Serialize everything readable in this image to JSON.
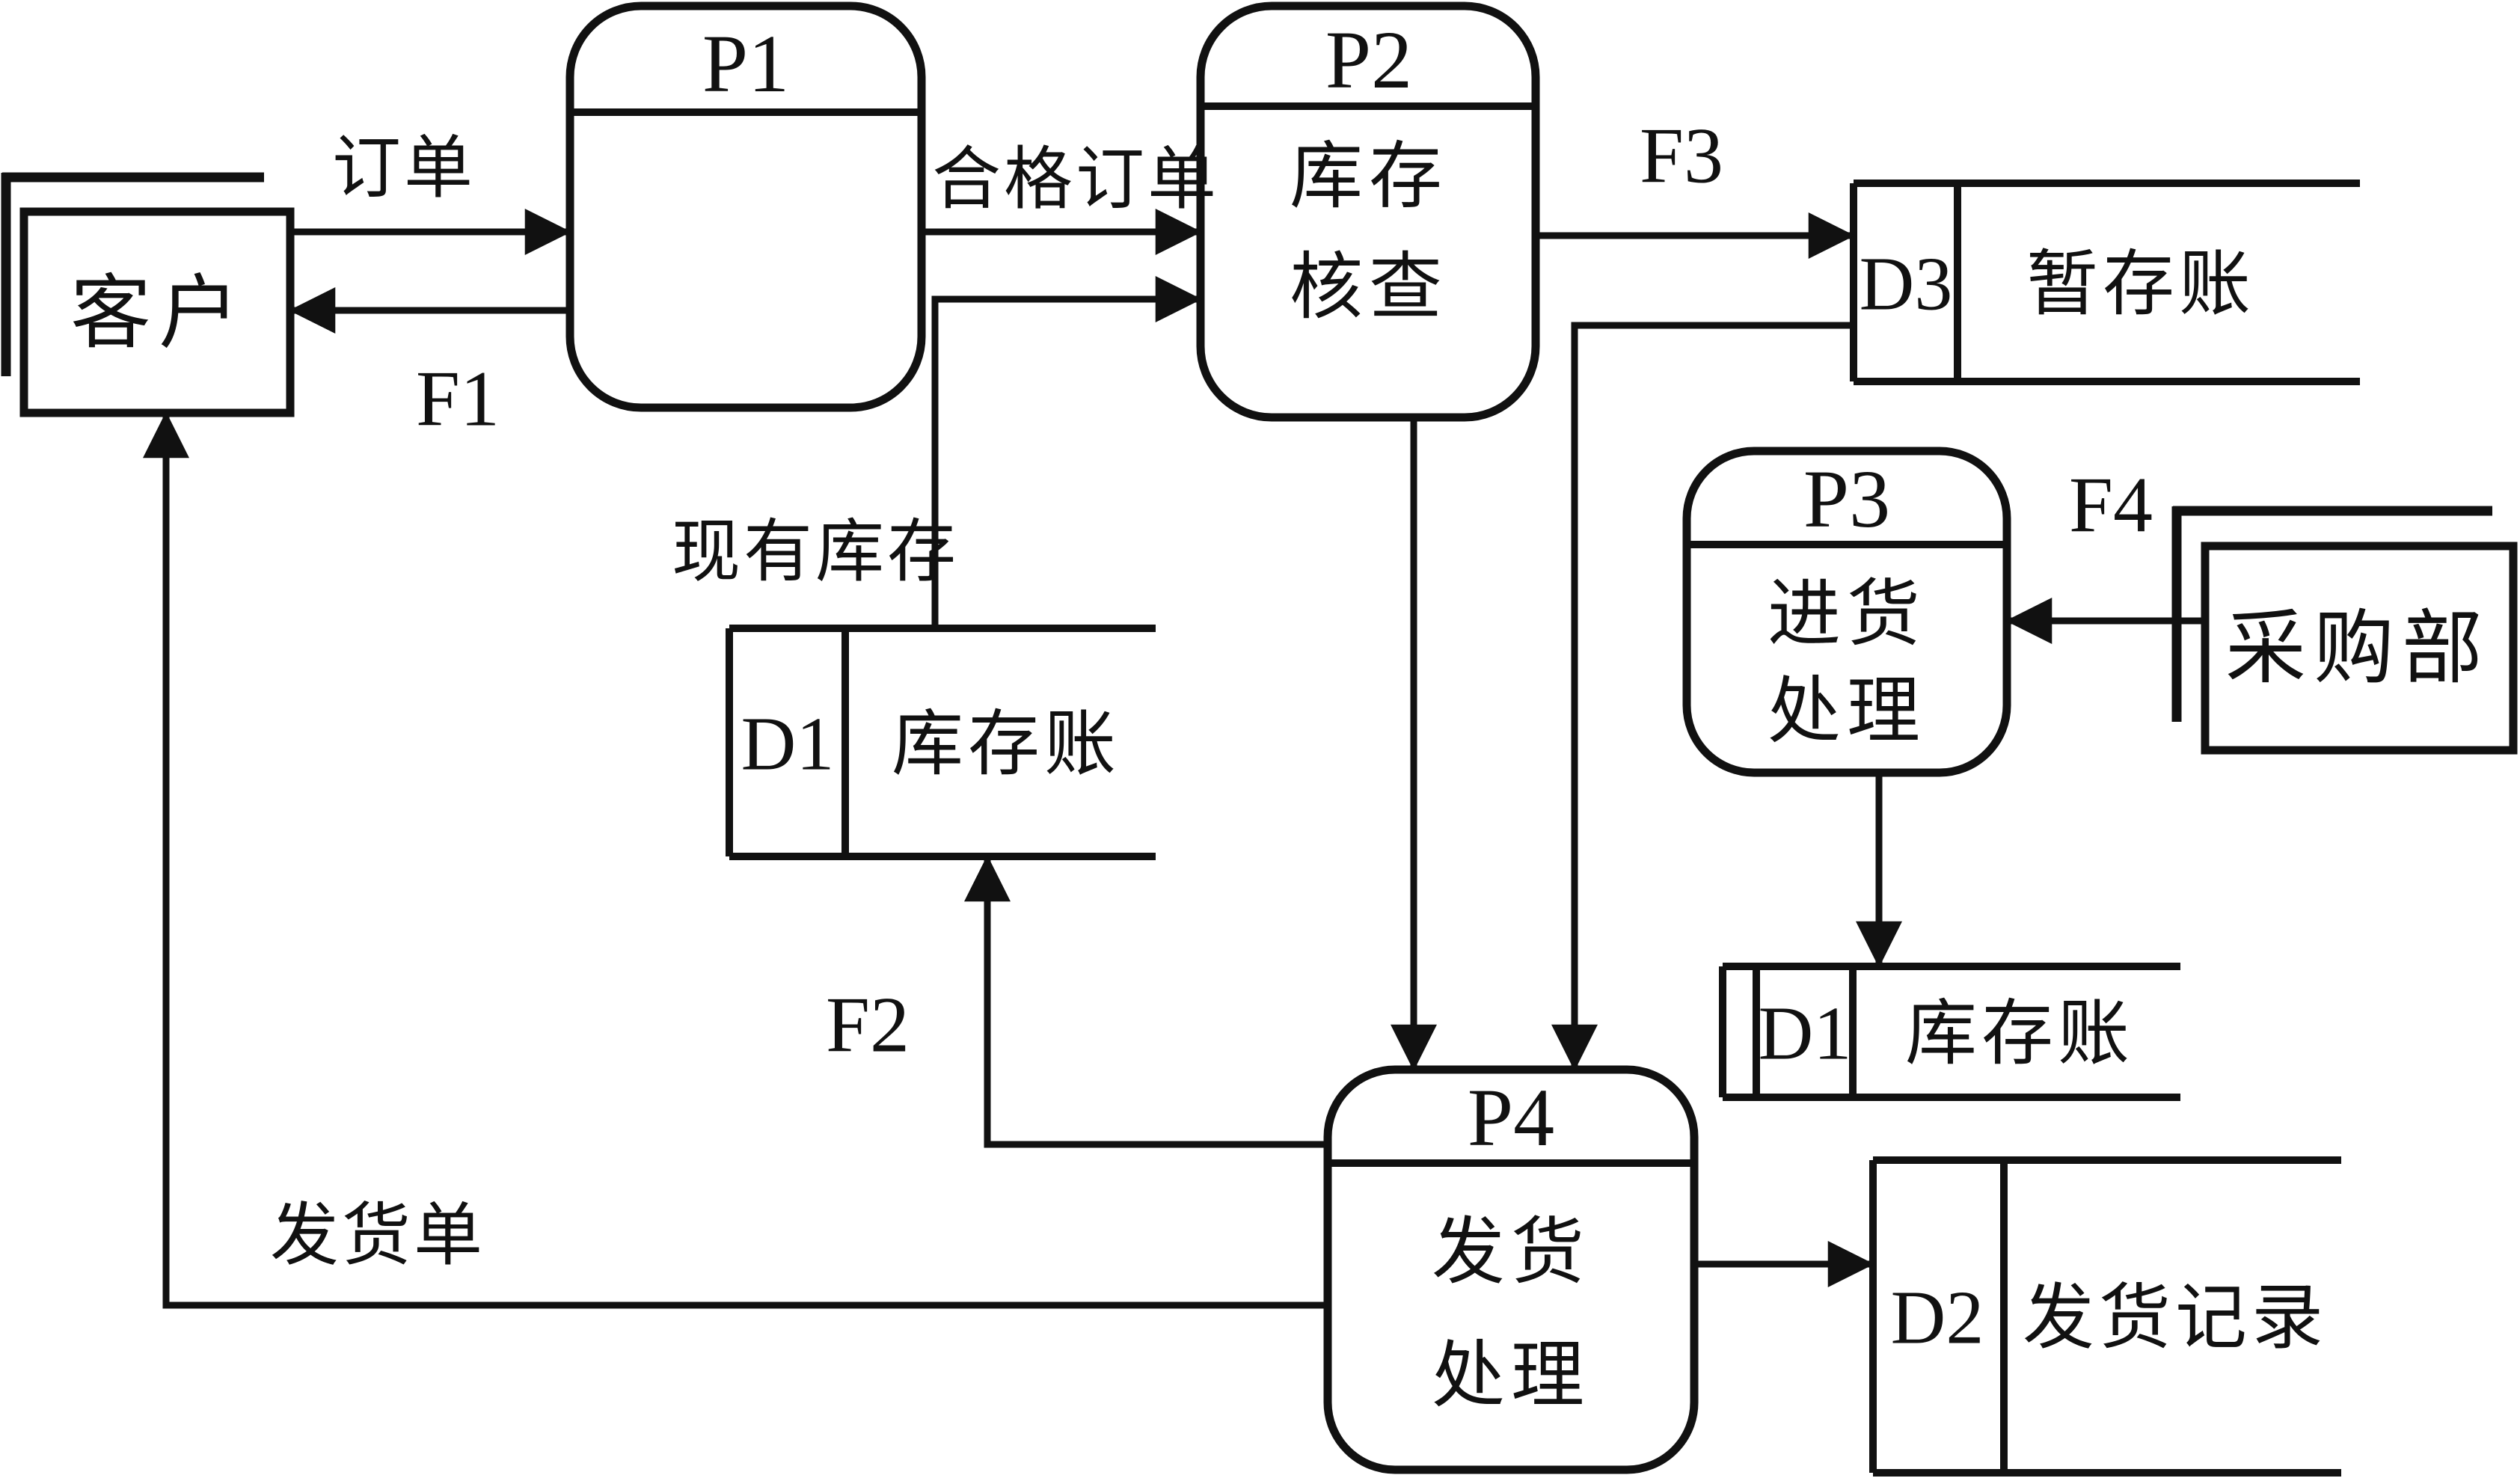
{
  "colors": {
    "ink": "#111111",
    "background": "#ffffff"
  },
  "entities": {
    "customer": {
      "label": "客户"
    },
    "purchasing": {
      "label": "采购部"
    }
  },
  "processes": {
    "p1": {
      "id": "P1"
    },
    "p2": {
      "id": "P2",
      "body_line1": "库存",
      "body_line2": "核查"
    },
    "p3": {
      "id": "P3",
      "body_line1": "进货",
      "body_line2": "处理"
    },
    "p4": {
      "id": "P4",
      "body_line1": "发货",
      "body_line2": "处理"
    }
  },
  "stores": {
    "d1_top": {
      "id": "D1",
      "name": "库存账"
    },
    "d3": {
      "id": "D3",
      "name": "暂存账"
    },
    "d1_right": {
      "id": "D1",
      "name": "库存账"
    },
    "d2": {
      "id": "D2",
      "name": "发货记录"
    }
  },
  "flows": {
    "order": {
      "label": "订单"
    },
    "f1": {
      "label": "F1"
    },
    "qualified_order": {
      "label": "合格订单"
    },
    "f3": {
      "label": "F3"
    },
    "existing_stock": {
      "label": "现有库存"
    },
    "f2": {
      "label": "F2"
    },
    "f4": {
      "label": "F4"
    },
    "shipping_note": {
      "label": "发货单"
    }
  }
}
